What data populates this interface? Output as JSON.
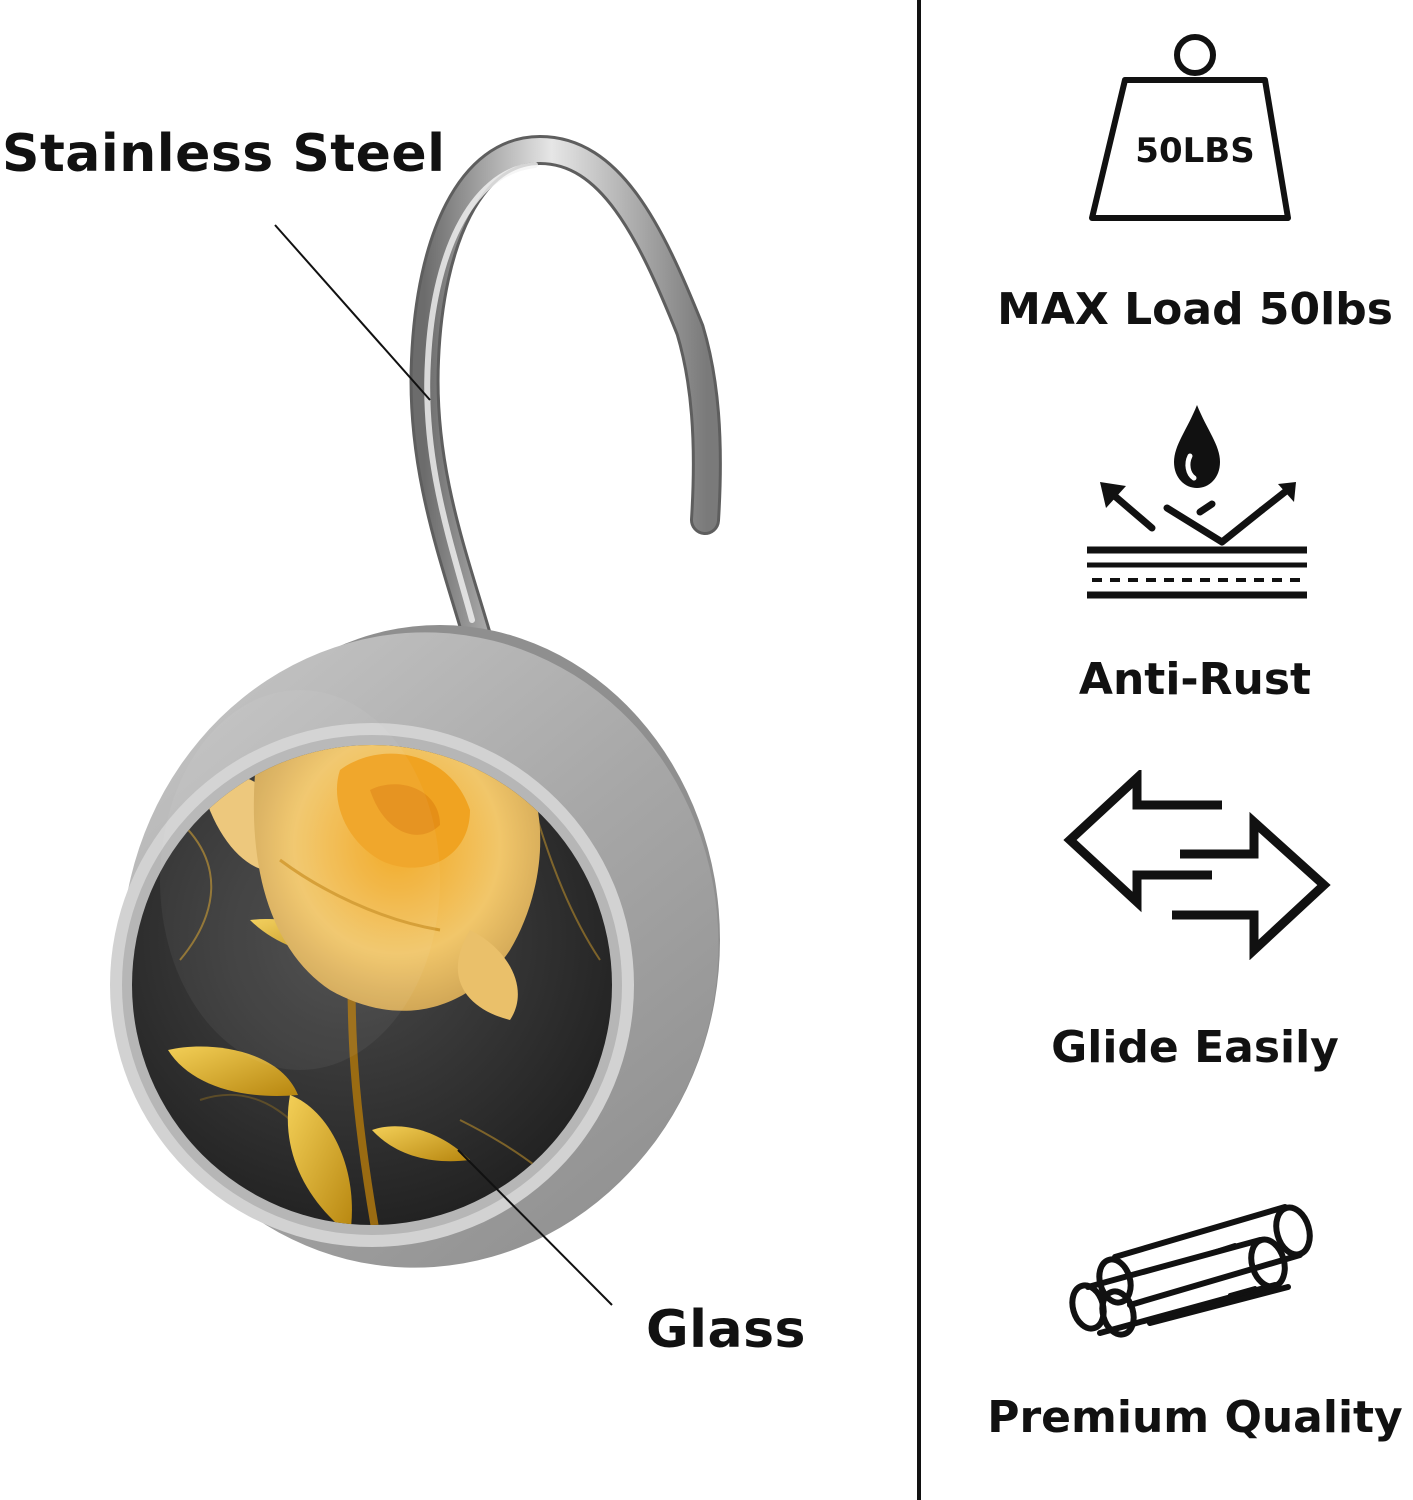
{
  "callouts": {
    "steel": "Stainless Steel",
    "glass": "Glass"
  },
  "features": [
    {
      "label": "MAX Load 50lbs",
      "icon": "weight-icon",
      "badge": "50LBS"
    },
    {
      "label": "Anti-Rust",
      "icon": "water-repel-icon"
    },
    {
      "label": "Glide Easily",
      "icon": "two-way-arrows-icon"
    },
    {
      "label": "Premium Quality",
      "icon": "steel-rods-icon"
    }
  ],
  "colors": {
    "text": "#111111",
    "metal": "#a9a9a9",
    "rose": "#e8a530",
    "background_art": "#2e2e2e"
  }
}
